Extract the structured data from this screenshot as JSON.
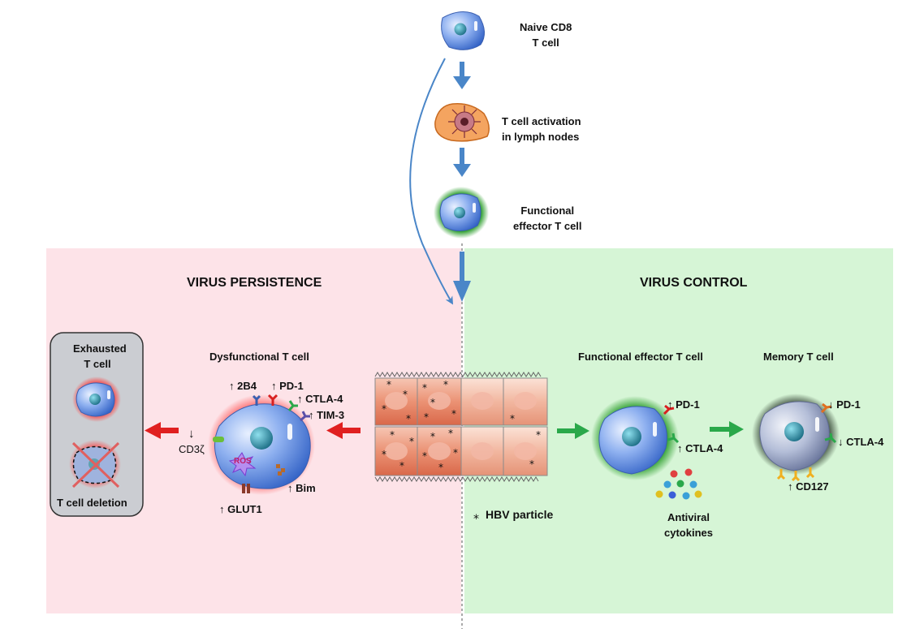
{
  "flow": {
    "naive": "Naive CD8\nT cell",
    "activation": "T cell activation\nin lymph nodes",
    "functional_effector": "Functional\neffector T cell"
  },
  "panels": {
    "persistence_title": "VIRUS PERSISTENCE",
    "control_title": "VIRUS CONTROL",
    "persistence_color": "#fde3e8",
    "control_color": "#d6f5d6"
  },
  "exhausted_box": {
    "title": "Exhausted\nT cell",
    "deletion": "T cell deletion"
  },
  "dysfunctional": {
    "title": "Dysfunctional  T cell",
    "markers": {
      "b2b4": "↑ 2B4",
      "pd1": "↑ PD-1",
      "ctla4": "↑ CTLA-4",
      "tim3": "↑ TIM-3",
      "bim": "↑ Bim",
      "glut1": "↑ GLUT1",
      "ros": "ROS"
    },
    "cd3_arrow": "↓",
    "cd3": "CD3ζ"
  },
  "legend": {
    "hbv_particle": "HBV particle"
  },
  "effector": {
    "title": "Functional  effector T cell",
    "pd1": "↑ PD-1",
    "ctla4": "↑ CTLA-4",
    "cytokines": "Antiviral\ncytokines"
  },
  "memory": {
    "title": "Memory  T cell",
    "pd1": "↓ PD-1",
    "ctla4": "↓ CTLA-4",
    "cd127": "↑  CD127"
  },
  "colors": {
    "flow_arrow": "#4a86c8",
    "red_arrow": "#e02020",
    "green_arrow": "#2aa84a",
    "cell_body": "#5c8ee0",
    "nucleus": "#2f8fa6",
    "effector_glow": "#3fae3f",
    "exhausted_glow": "#ff4d4d",
    "hepatocyte": "#e8876a",
    "dendritic": "#f4a460"
  }
}
